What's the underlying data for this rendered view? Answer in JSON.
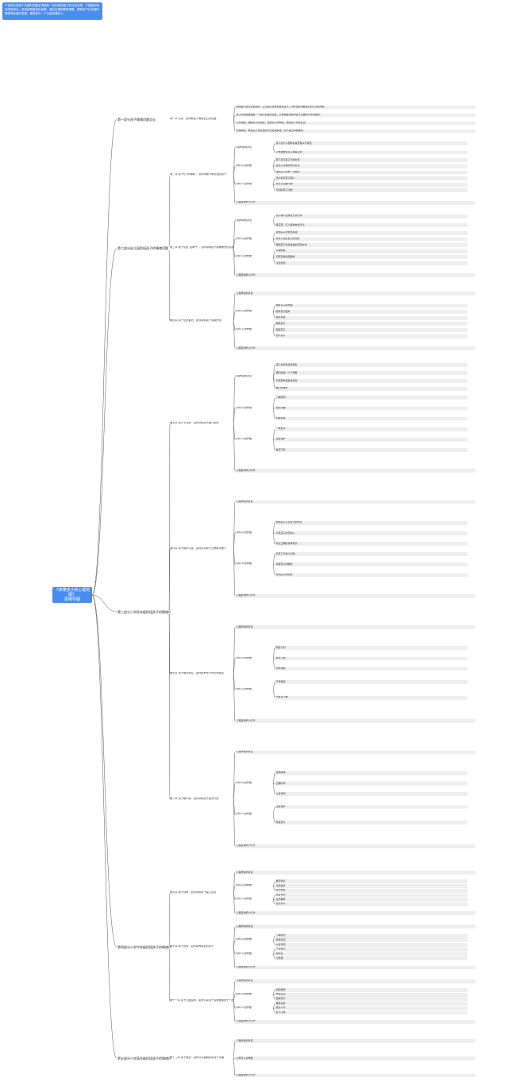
{
  "intro": "个体成长的每个关键时刻都必须拥有一系列相关能力作为其支撑，才能顺利地完成其成长，进而按照最初的设想，通过合理的教育策略，帮助孩子在关键时期获得全面的发展，最终成为一个全面发展的人。",
  "root": {
    "title": "《读懂孩子的心理地图》",
    "subtitle": "思维导图"
  },
  "parts": [
    {
      "title": "第一部分孩子情绪问题总论",
      "chapters": [
        {
          "title": "第一章 总论：如何教孩子管理自己的情绪",
          "sections": [
            {
              "label": "情绪是人类与生俱来的，它让我们感受到喜怒哀乐，同时也影响着我们的行为和判断。"
            },
            {
              "label": "孩子的情绪发展是一个循序渐进的过程，父母需要在其中给予正确的引导和帮助。"
            },
            {
              "label": "认识情绪：理解孩子的感受，接纳孩子的情绪，帮助孩子学会表达。"
            },
            {
              "label": "管理情绪：教会孩子用合适的方式处理情绪，而不是压抑或放纵。"
            }
          ]
        }
      ]
    },
    {
      "title": "第二部分幼儿园阶段孩子的情绪问题",
      "chapters": [
        {
          "title": "第二章 孩子在“你喊喊”：如何帮助不敢说话的孩子",
          "sections": [
            {
              "label": "心理学案例对话",
              "items": [
                "孩子在大人面前总是低着头不说话",
                "父母越催促孩子越是沉默"
              ]
            },
            {
              "label": "父母可以这样做",
              "items": [
                "蹲下来与孩子平视交流",
                "给孩子足够的时间表达",
                "鼓励孩子的每一次尝试"
              ]
            },
            {
              "label": "父母不可这样做",
              "items": [
                "当众批评孩子胆小",
                "替孩子回答问题",
                "与别的孩子比较"
              ]
            },
            {
              "label": "心理咨询师小叮咛"
            }
          ]
        },
        {
          "title": "第三章 孩子总是“发脾气”：如何帮助孩子疏解愤怒的情绪",
          "sections": [
            {
              "label": "心理学案例对话",
              "items": [
                "孩子稍不如意就大哭大闹",
                "摔东西、打人等攻击性行为"
              ]
            },
            {
              "label": "父母可以这样做",
              "items": [
                "接纳孩子的愤怒情绪",
                "教孩子说出自己的感受",
                "帮助孩子寻找合适的宣泄方式"
              ]
            },
            {
              "label": "父母不可这样做",
              "items": [
                "以暴制暴",
                "无原则地满足要求",
                "冷漠忽视"
              ]
            },
            {
              "label": "心理咨询师小叮咛"
            }
          ]
        },
        {
          "title": "第四章 孩子总是害怕：如何帮助孩子克服恐惧",
          "sections": [
            {
              "label": "心理学案例对话"
            },
            {
              "label": "父母可以这样做",
              "items": [
                "倾听孩子的恐惧",
                "陪伴孩子面对",
                "循序渐进"
              ]
            },
            {
              "label": "父母不可这样做",
              "items": [
                "嘲笑孩子",
                "强迫孩子",
                "恐吓孩子"
              ]
            },
            {
              "label": "心理咨询师小叮咛"
            }
          ]
        }
      ]
    },
    {
      "title": "第三部分小学低年级阶段孩子的情绪问题",
      "chapters": [
        {
          "title": "第五章 孩子不合群：如何帮助孩子融入集体",
          "sections": [
            {
              "label": "心理学案例对话",
              "items": [
                "孩子在学校没有朋友",
                "课间总是一个人待着",
                "不愿意参加集体活动",
                "被同学排挤"
              ]
            },
            {
              "label": "父母可以这样做",
              "items": [
                "了解原因",
                "培养兴趣",
                "创造机会"
              ]
            },
            {
              "label": "父母不可这样做",
              "items": [
                "一味批评",
                "过度保护",
                "放任不管"
              ]
            },
            {
              "label": "心理咨询师小叮咛"
            }
          ]
        },
        {
          "title": "第六章 孩子嫉妒心强：如何引导孩子正确看待他人",
          "sections": [
            {
              "label": "心理学案例对话"
            },
            {
              "label": "父母可以这样做",
              "items": [
                "帮助孩子认识自己的优点",
                "引导孩子欣赏他人",
                "树立正确的竞争意识"
              ]
            },
            {
              "label": "父母不可这样做",
              "items": [
                "拿孩子与他人比较",
                "纵容孩子的嫉妒",
                "忽视孩子的感受"
              ]
            },
            {
              "label": "心理咨询师小叮咛"
            }
          ]
        },
        {
          "title": "第七章 孩子做事拖拉：如何培养孩子的时间观念",
          "sections": [
            {
              "label": "心理学案例对话"
            },
            {
              "label": "父母可以这样做",
              "items": [
                "制定计划",
                "培养习惯",
                "及时鼓励"
              ]
            },
            {
              "label": "父母不可这样做",
              "items": [
                "不停催促",
                "代替孩子做"
              ]
            },
            {
              "label": "心理咨询师小叮咛"
            }
          ]
        },
        {
          "title": "第八章 孩子输不起：如何帮助孩子面对失败",
          "sections": [
            {
              "label": "心理学案例对话"
            },
            {
              "label": "父母可以这样做",
              "items": [
                "接纳情绪",
                "正确引导",
                "以身作则"
              ]
            },
            {
              "label": "父母不可这样做",
              "items": [
                "过度保护",
                "苛责孩子"
              ]
            },
            {
              "label": "心理咨询师小叮咛"
            }
          ]
        }
      ]
    },
    {
      "title": "第四部分小学中年级阶段孩子的情绪问题",
      "chapters": [
        {
          "title": "第九章 孩子自卑：如何帮助孩子建立自信",
          "sections": [
            {
              "label": "心理学案例对话"
            },
            {
              "label": "父母可以这样做",
              "items": [
                "发现优点",
                "肯定进步",
                "给予信任"
              ]
            },
            {
              "label": "父母不可这样做",
              "items": [
                "挖苦讽刺",
                "过高要求",
                "否定孩子"
              ]
            },
            {
              "label": "心理咨询师小叮咛"
            }
          ]
        },
        {
          "title": "第十章 孩子说谎：如何培养诚实的孩子",
          "sections": [
            {
              "label": "心理学案例对话"
            },
            {
              "label": "父母可以这样做",
              "items": [
                "了解原因",
                "营造氛围",
                "以身作则"
              ]
            },
            {
              "label": "父母不可这样做",
              "items": [
                "严厉惩罚",
                "贴标签",
                "冷处理"
              ]
            },
            {
              "label": "心理咨询师小叮咛"
            }
          ]
        },
        {
          "title": "第十一章 孩子沉迷游戏：如何引导孩子合理使用电子产品",
          "sections": [
            {
              "label": "心理学案例对话"
            },
            {
              "label": "父母可以这样做",
              "items": [
                "约定规则",
                "丰富生活",
                "陪伴孩子"
              ]
            },
            {
              "label": "父母不可这样做",
              "items": [
                "粗暴没收",
                "放任不管",
                "自己沉迷"
              ]
            },
            {
              "label": "心理咨询师小叮咛"
            }
          ]
        }
      ]
    },
    {
      "title": "第五部分小学高年级阶段孩子的情绪问题",
      "chapters": [
        {
          "title": "第十二章 孩子叛逆：如何与青春期前的孩子沟通",
          "sections": [
            {
              "label": "心理学案例对话"
            },
            {
              "label": "父母可以这样做"
            },
            {
              "label": "心理咨询师小叮咛"
            }
          ]
        }
      ]
    }
  ]
}
